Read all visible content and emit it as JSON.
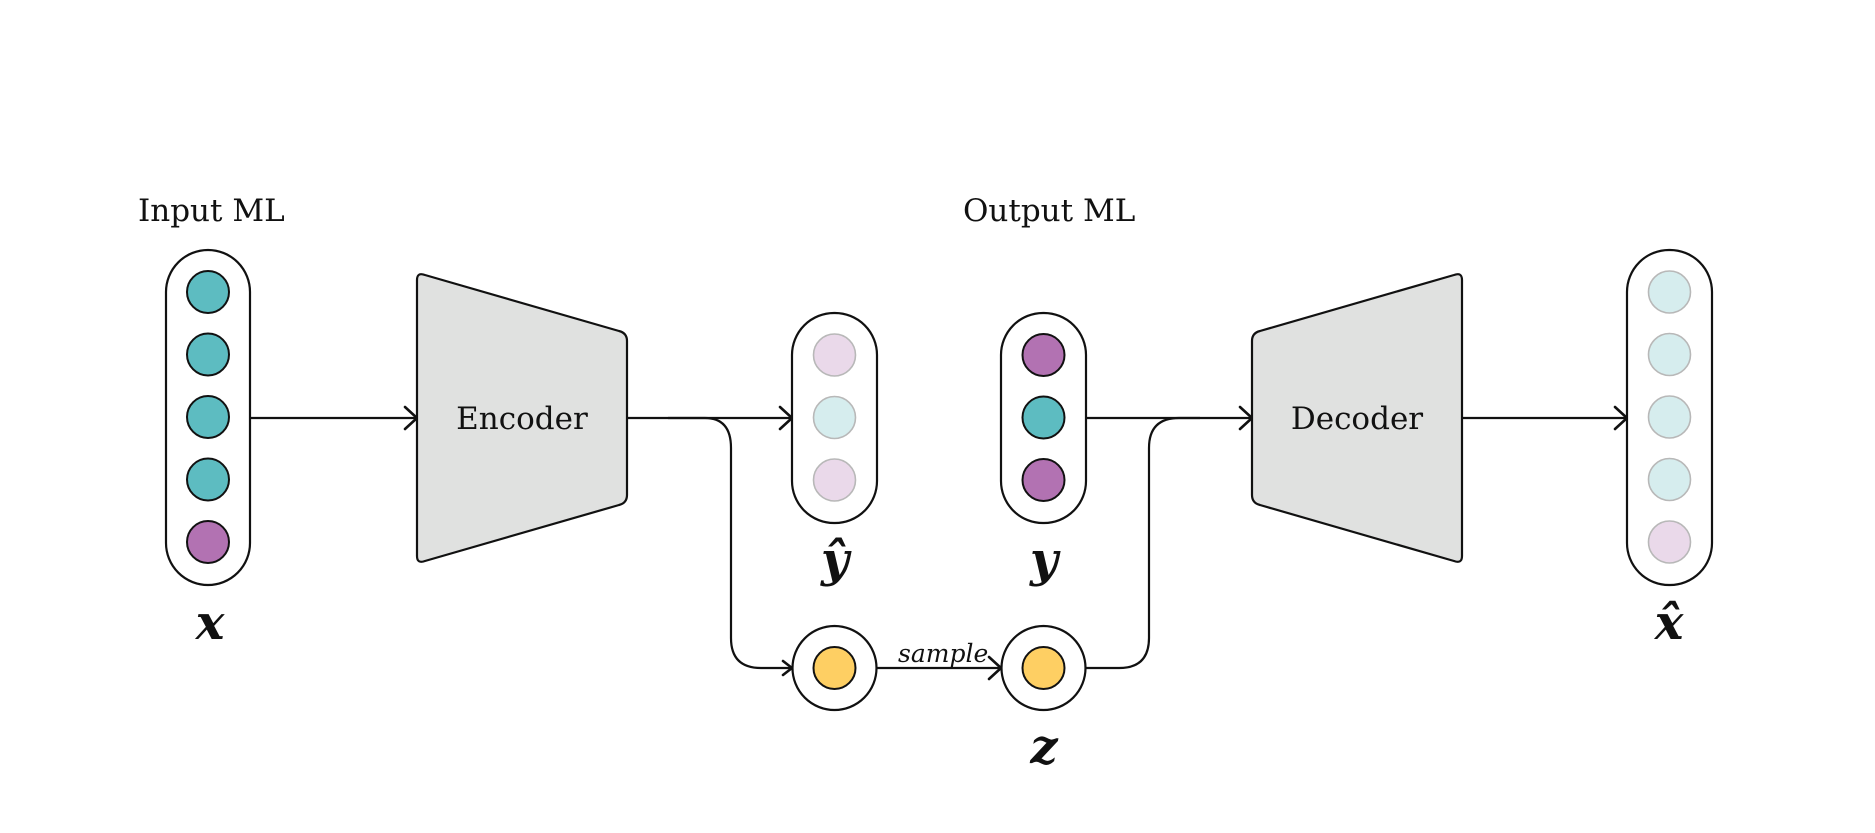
{
  "headings": {
    "input": "Input ML",
    "output": "Output ML"
  },
  "blocks": {
    "encoder": "Encoder",
    "decoder": "Decoder"
  },
  "variables": {
    "x": "x",
    "y_hat": "ŷ",
    "y": "y",
    "z": "z",
    "x_hat": "x̂"
  },
  "edge_labels": {
    "sample": "sample"
  },
  "colors": {
    "teal": "#5dbcc1",
    "purple": "#b272b2",
    "yellow": "#fecf63",
    "light_teal": "#d6edee",
    "light_purple": "#ead9ea",
    "block_fill": "#e0e1e0"
  },
  "vectors": {
    "x": [
      "teal",
      "teal",
      "teal",
      "teal",
      "purple"
    ],
    "y_hat": [
      "light_purple",
      "light_teal",
      "light_purple"
    ],
    "y": [
      "purple",
      "teal",
      "purple"
    ],
    "z_hat": [
      "yellow"
    ],
    "z": [
      "yellow"
    ],
    "x_hat": [
      "light_teal",
      "light_teal",
      "light_teal",
      "light_teal",
      "light_purple"
    ]
  }
}
